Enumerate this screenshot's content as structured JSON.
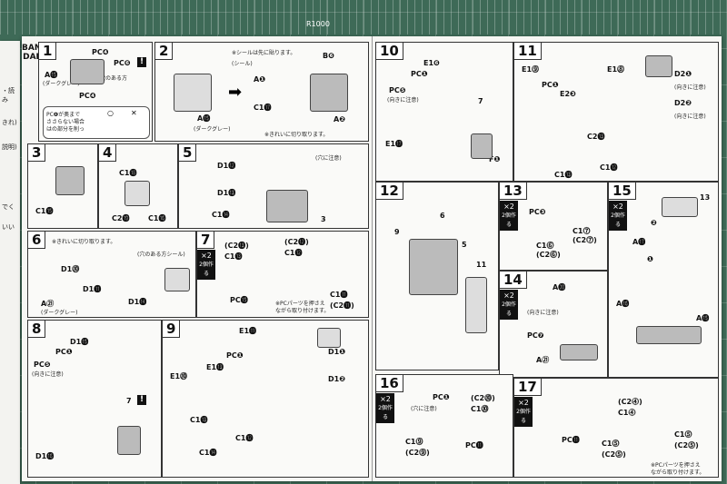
{
  "ruler_label": "R1000",
  "brand": [
    "BAN",
    "DAI",
    ""
  ],
  "left_edge": [
    "・読み",
    "きれ)",
    "説明)",
    "でく",
    "いい"
  ],
  "x2_note": "2個作る",
  "steps": {
    "s1": {
      "num": "1",
      "labels": [
        "PC❹",
        "PC❻",
        "A⓯",
        "PC❹"
      ],
      "notes": [
        "(ダークグレー)",
        "※穴のある方"
      ],
      "tip": [
        "PC❹が奥まで",
        "ささらない場合",
        "はの部分を削っ"
      ],
      "tip_ok": "○",
      "tip_ng": "✕"
    },
    "s2": {
      "num": "2",
      "labels": [
        "B❻",
        "A⓯",
        "A❶",
        "C1⓱",
        "A❷"
      ],
      "notes": [
        "※シールは先に貼ります。",
        "(シール)",
        "(ダークグレー)",
        "※きれいに切り取ります。"
      ]
    },
    "s3": {
      "num": "3",
      "labels": [
        "C1⓯"
      ]
    },
    "s4": {
      "num": "4",
      "labels": [
        "C1⓲",
        "C2⓳",
        "C1⓰"
      ]
    },
    "s5": {
      "num": "5",
      "labels": [
        "D1⓬",
        "D1⓭",
        "C1⓮",
        "3"
      ],
      "notes": [
        "(穴に注意)"
      ]
    },
    "s6": {
      "num": "6",
      "labels": [
        "D1⓾",
        "D1⓫",
        "A㉑",
        "D1⓮"
      ],
      "notes": [
        "※きれいに切り取ります。",
        "(ダークグレー)",
        "(穴のある方シール)"
      ]
    },
    "s7": {
      "num": "7",
      "x2": "×2",
      "labels": [
        "(C2⓭)",
        "C1⓭",
        "PC⓯",
        "(C2⓬)",
        "C1⓬",
        "C1⓫",
        "(C2⓫)"
      ],
      "notes": [
        "※PCパーツを押さえ",
        "ながら取り付けます。"
      ]
    },
    "s8": {
      "num": "8",
      "labels": [
        "D1⓯",
        "PC❶",
        "PC❺",
        "D1⓰",
        "7"
      ],
      "notes": [
        "(向きに注意)"
      ]
    },
    "s9": {
      "num": "9",
      "labels": [
        "E1⓫",
        "PC❶",
        "E1⓭",
        "E1⓾",
        "D1❶",
        "D1❷",
        "C1⓭",
        "C1⓬",
        "C1⓮"
      ]
    },
    "s10": {
      "num": "10",
      "labels": [
        "E1❻",
        "PC❶",
        "PC❺",
        "E1⓱",
        "7",
        "F❶"
      ],
      "notes": [
        "(向きに注意)"
      ]
    },
    "s11": {
      "num": "11",
      "labels": [
        "E1⓽",
        "E1⓼",
        "PC❶",
        "E2❸",
        "D2❶",
        "D2❷",
        "C2⓭",
        "C1⓬",
        "C1⓭"
      ],
      "notes": [
        "(向きに注意)",
        "(向きに注意)"
      ]
    },
    "s12": {
      "num": "12",
      "labels": [
        "6",
        "9",
        "5",
        "11"
      ]
    },
    "s13": {
      "num": "13",
      "x2": "×2",
      "labels": [
        "PC❸",
        "C1⓻",
        "(C2⓻)",
        "C1⓺",
        "(C2⓺)"
      ]
    },
    "s14": {
      "num": "14",
      "x2": "×2",
      "labels": [
        "A⓴",
        "PC❼",
        "A㉑"
      ],
      "notes": [
        "(向きに注意)"
      ]
    },
    "s15": {
      "num": "15",
      "x2": "×2",
      "labels": [
        "13",
        "❷",
        "A⓱",
        "❶",
        "A⓰",
        "A⓯"
      ]
    },
    "s16": {
      "num": "16",
      "x2": "×2",
      "labels": [
        "PC❶",
        "(C2⓾)",
        "C1⓾",
        "C1⓽",
        "(C2⓽)",
        "PC⓫"
      ],
      "notes": [
        "(穴に注意)"
      ]
    },
    "s17": {
      "num": "17",
      "x2": "×2",
      "labels": [
        "(C2⓸)",
        "C1⓸",
        "PC⓫",
        "C1⓹",
        "(C2⓹)",
        "C1⓹",
        "(C2⓹)"
      ],
      "notes": [
        "※PCパーツを押さえ",
        "ながら取り付けます。"
      ]
    }
  }
}
